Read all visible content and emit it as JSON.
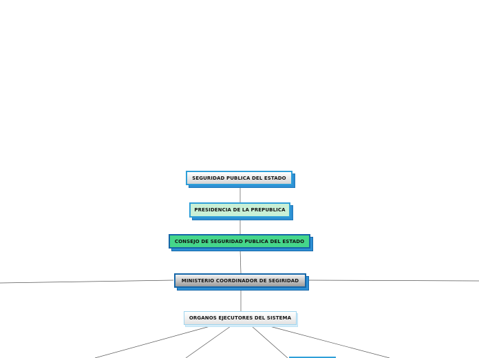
{
  "diagram": {
    "nodes": [
      {
        "id": "seguridad",
        "label": "SEGURIDAD PUBLICA DEL ESTADO",
        "fill": "gradient-gray",
        "border": "#2f9fd8"
      },
      {
        "id": "presidencia",
        "label": "PRESIDENCIA DE LA PREPUBLICA",
        "fill": "#c9f0d6",
        "border": "#2f9fd8"
      },
      {
        "id": "consejo",
        "label": "CONSEJO DE SEGURIDAD PUBLICA DEL ESTADO",
        "fill": "#45d68a",
        "border": "#1566a8"
      },
      {
        "id": "ministerio",
        "label": "MINISTERIO COORDINADOR DE SEGIRIDAD",
        "fill": "gradient-dark",
        "border": "#1566a8"
      },
      {
        "id": "organos",
        "label": "ORGANOS EJECUTORES DEL SISTEMA",
        "fill": "gradient-light",
        "border": "#9fd4ee"
      }
    ],
    "colors": {
      "line": "#555555",
      "shadow": "#2d8fd4",
      "accent_blue": "#2f9fd8",
      "dark_blue": "#1566a8"
    }
  }
}
